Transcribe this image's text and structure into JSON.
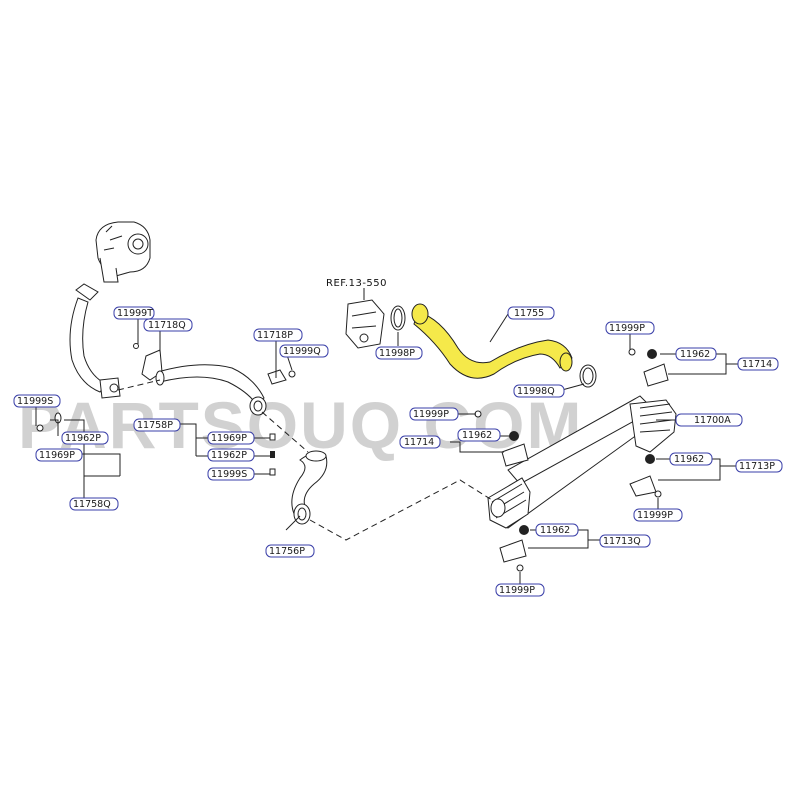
{
  "diagram": {
    "reference": "REF.13-550",
    "watermark": "PARTSOUQ.COM",
    "highlight_color": "#f5e94a",
    "label_border_color": "#3a3fa8",
    "parts": [
      {
        "id": "11999T"
      },
      {
        "id": "11718Q"
      },
      {
        "id": "11999S"
      },
      {
        "id": "11962P"
      },
      {
        "id": "11969P"
      },
      {
        "id": "11758Q"
      },
      {
        "id": "11718P"
      },
      {
        "id": "11999Q"
      },
      {
        "id": "11758P"
      },
      {
        "id": "11969P"
      },
      {
        "id": "11962P"
      },
      {
        "id": "11999S"
      },
      {
        "id": "11756P"
      },
      {
        "id": "11998P"
      },
      {
        "id": "11755"
      },
      {
        "id": "11998Q"
      },
      {
        "id": "11999P"
      },
      {
        "id": "11962"
      },
      {
        "id": "11714"
      },
      {
        "id": "11999P"
      },
      {
        "id": "11714"
      },
      {
        "id": "11962"
      },
      {
        "id": "11700A"
      },
      {
        "id": "11962"
      },
      {
        "id": "11713P"
      },
      {
        "id": "11999P"
      },
      {
        "id": "11962"
      },
      {
        "id": "11713Q"
      },
      {
        "id": "11999P"
      }
    ]
  }
}
